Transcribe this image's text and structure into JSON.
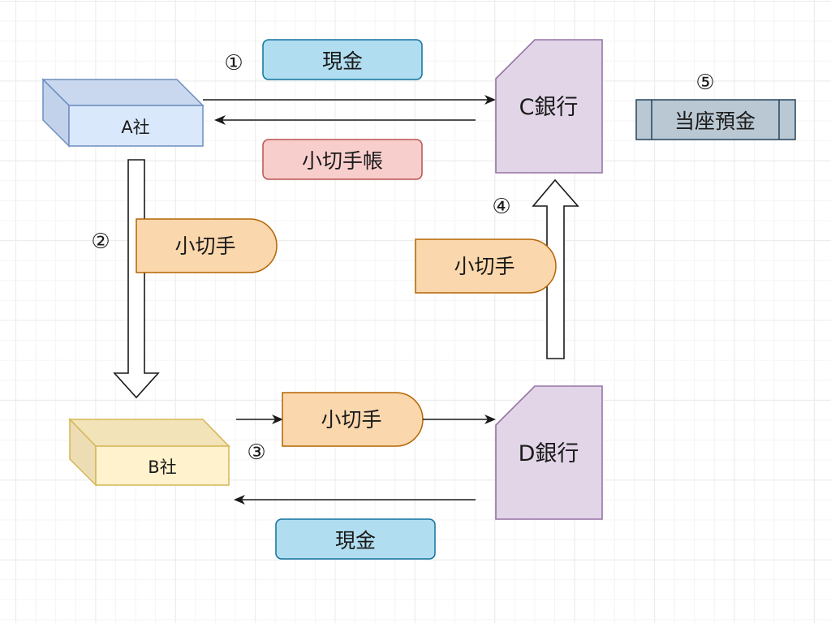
{
  "diagram": {
    "title": "",
    "nodes": {
      "company_a": {
        "label": "A社",
        "shape": "cube",
        "fill": "#dae8fc",
        "stroke": "#6c8ebf"
      },
      "company_b": {
        "label": "B社",
        "shape": "cube",
        "fill": "#fff2cc",
        "stroke": "#d6b656"
      },
      "bank_c": {
        "label": "C銀行",
        "shape": "card",
        "fill": "#e1d5e7",
        "stroke": "#9673a6"
      },
      "bank_d": {
        "label": "D銀行",
        "shape": "card",
        "fill": "#e1d5e7",
        "stroke": "#9673a6"
      },
      "cash_top": {
        "label": "現金",
        "shape": "rounded-rect",
        "fill": "#b1ddf0",
        "stroke": "#10739e"
      },
      "checkbook": {
        "label": "小切手帳",
        "shape": "rounded-rect",
        "fill": "#f8cecc",
        "stroke": "#b85450"
      },
      "check_2": {
        "label": "小切手",
        "shape": "delay",
        "fill": "#fad7ac",
        "stroke": "#b46504"
      },
      "check_3": {
        "label": "小切手",
        "shape": "delay",
        "fill": "#fad7ac",
        "stroke": "#b46504"
      },
      "check_4": {
        "label": "小切手",
        "shape": "delay",
        "fill": "#fad7ac",
        "stroke": "#b46504"
      },
      "cash_bottom": {
        "label": "現金",
        "shape": "rounded-rect",
        "fill": "#b1ddf0",
        "stroke": "#10739e"
      },
      "current_deposit": {
        "label": "当座預金",
        "shape": "process",
        "fill": "#bac8d3",
        "stroke": "#23445d"
      }
    },
    "step_markers": {
      "step1": "①",
      "step2": "②",
      "step3": "③",
      "step4": "④",
      "step5": "⑤"
    },
    "edges": [
      {
        "from": "A社",
        "to": "C銀行",
        "kind": "line-arrow"
      },
      {
        "from": "C銀行",
        "to": "A社",
        "kind": "line-arrow"
      },
      {
        "from": "A社",
        "to": "B社",
        "kind": "block-arrow"
      },
      {
        "from": "B社",
        "to": "小切手",
        "kind": "line-arrow"
      },
      {
        "from": "小切手",
        "to": "D銀行",
        "kind": "line-arrow"
      },
      {
        "from": "D銀行",
        "to": "B社",
        "kind": "line-arrow"
      },
      {
        "from": "D銀行",
        "to": "C銀行",
        "kind": "block-arrow"
      }
    ],
    "edge_color": "#1a1a1a"
  }
}
